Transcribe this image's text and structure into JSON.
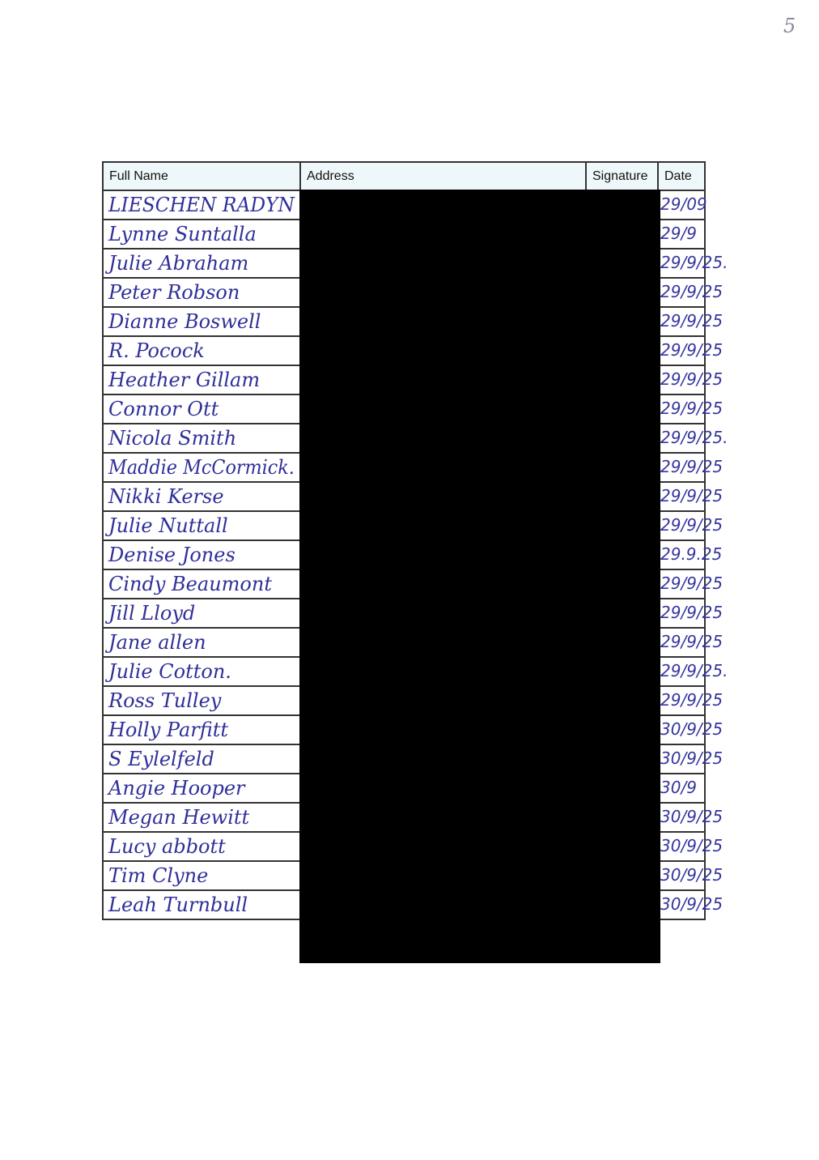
{
  "page_number": "5",
  "table": {
    "headers": {
      "name": "Full Name",
      "address": "Address",
      "signature": "Signature",
      "date": "Date"
    },
    "rows": [
      {
        "name": "LIESCHEN RADYN",
        "date": "29/09"
      },
      {
        "name": "Lynne Suntalla",
        "date": "29/9"
      },
      {
        "name": "Julie Abraham",
        "date": "29/9/25."
      },
      {
        "name": "Peter Robson",
        "date": "29/9/25"
      },
      {
        "name": "Dianne Boswell",
        "date": "29/9/25"
      },
      {
        "name": "R. Pocock",
        "date": "29/9/25"
      },
      {
        "name": "Heather Gillam",
        "date": "29/9/25"
      },
      {
        "name": "Connor Ott",
        "date": "29/9/25"
      },
      {
        "name": "Nicola Smith",
        "date": "29/9/25."
      },
      {
        "name": "Maddie McCormick.",
        "date": "29/9/25"
      },
      {
        "name": "Nikki Kerse",
        "date": "29/9/25"
      },
      {
        "name": "Julie Nuttall",
        "date": "29/9/25"
      },
      {
        "name": "Denise Jones",
        "date": "29.9.25"
      },
      {
        "name": "Cindy Beaumont",
        "date": "29/9/25"
      },
      {
        "name": "Jill Lloyd",
        "date": "29/9/25"
      },
      {
        "name": "Jane allen",
        "date": "29/9/25"
      },
      {
        "name": "Julie Cotton.",
        "date": "29/9/25."
      },
      {
        "name": "Ross Tulley",
        "date": "29/9/25"
      },
      {
        "name": "Holly Parfitt",
        "date": "30/9/25"
      },
      {
        "name": "S Eylelfeld",
        "date": "30/9/25"
      },
      {
        "name": "Angie Hooper",
        "date": "30/9"
      },
      {
        "name": "Megan Hewitt",
        "date": "30/9/25"
      },
      {
        "name": "Lucy abbott",
        "date": "30/9/25"
      },
      {
        "name": "Tim Clyne",
        "date": "30/9/25"
      },
      {
        "name": "Leah Turnbull",
        "date": "30/9/25"
      }
    ]
  },
  "colors": {
    "ink": "#2f2f9a",
    "header_bg": "#eef8fb",
    "redaction": "#000000"
  }
}
